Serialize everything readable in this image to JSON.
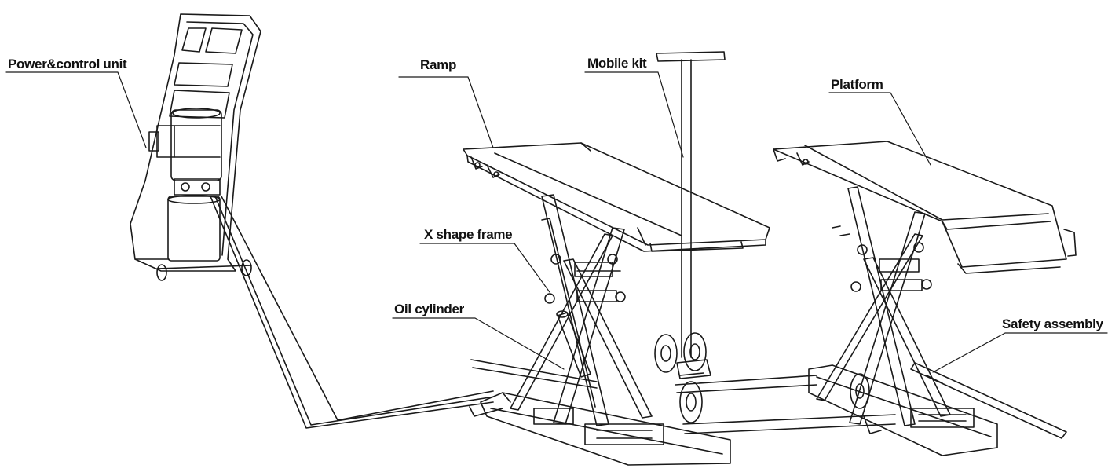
{
  "labels": {
    "power_control_unit": "Power&control unit",
    "ramp": "Ramp",
    "mobile_kit": "Mobile kit",
    "platform": "Platform",
    "x_shape_frame": "X shape frame",
    "oil_cylinder": "Oil cylinder",
    "safety_assembly": "Safety assembly"
  },
  "colors": {
    "line": "#1a1a1a",
    "background": "#ffffff"
  }
}
